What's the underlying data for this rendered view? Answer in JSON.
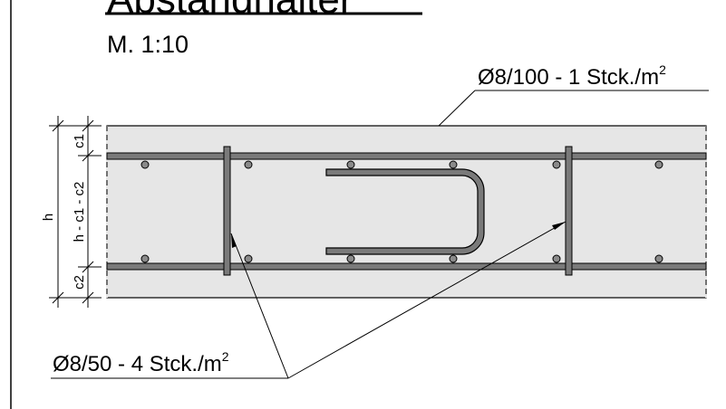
{
  "drawing": {
    "title": "Abstandhalter",
    "scale": "M. 1:10",
    "callout_top": {
      "text": "Ø8/100 - 1 Stck./m",
      "exponent": "2"
    },
    "callout_bottom": {
      "text": "Ø8/50 - 4 Stck./m",
      "exponent": "2"
    },
    "dimensions": {
      "overall": "h",
      "top_cover": "c1",
      "middle": "h - c1 - c2",
      "bottom_cover": "c2"
    },
    "colors": {
      "line": "#000000",
      "concrete_fill": "#e6e6e6",
      "rebar": "#7a7a7a",
      "bar_dot": "#8a8a8a"
    }
  }
}
